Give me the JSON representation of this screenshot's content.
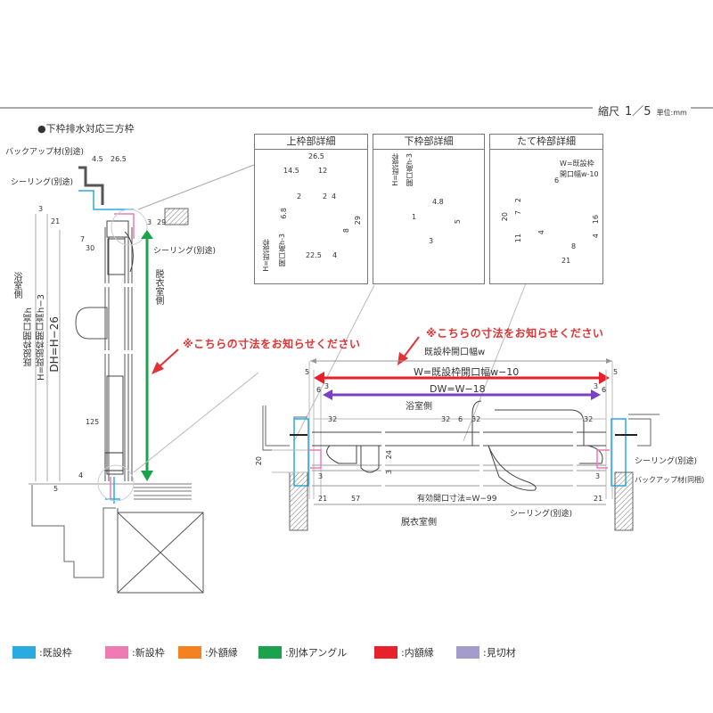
{
  "header": {
    "scale_label": "縮尺",
    "scale_value": "1／5",
    "unit_label": "単位:mm"
  },
  "section_title": "●下枠排水対応三方枠",
  "colors": {
    "existing_frame": "#29abe2",
    "new_frame": "#f07ab4",
    "outer_trim": "#f5821f",
    "separate_angle": "#1ba24c",
    "inner_trim": "#e8202a",
    "parting_material": "#a49ccb",
    "note_red": "#e23232",
    "dw_arrow": "#7b3fc6"
  },
  "vertical_section": {
    "backup_label": "バックアップ材(別途)",
    "sealing_label_top": "シーリング(別途)",
    "sealing_label_right": "シーリング(別途)",
    "dim_top": [
      "4.5",
      "26.5"
    ],
    "dims_left": [
      "3",
      "21",
      "7",
      "30",
      "125",
      "4",
      "5"
    ],
    "dims_right": [
      "3",
      "29"
    ],
    "bath_side": "浴室側",
    "dressing_side": "脱衣室側",
    "label_h_existing": "既設枠開口高h",
    "label_h": "H=既設枠開口高h−3",
    "label_dh": "DH=H−26"
  },
  "detail_panels": [
    {
      "title": "上枠部詳細",
      "dims": [
        "26.5",
        "14.5",
        "12",
        "2",
        "2",
        "4",
        "6.8",
        "29",
        "8",
        "22.5",
        "4"
      ],
      "arrow_label_1": "H=既設枠",
      "arrow_label_2": "開口高h-3"
    },
    {
      "title": "下枠部詳細",
      "dims": [
        "4.8",
        "1",
        "5",
        "3"
      ],
      "arrow_label_1": "H=既設枠",
      "arrow_label_2": "開口高h-3"
    },
    {
      "title": "たて枠部詳細",
      "dims": [
        "6",
        "2",
        "7",
        "20",
        "16",
        "11",
        "4",
        "4",
        "8",
        "21"
      ],
      "arrow_label_1": "W=既設枠",
      "arrow_label_2": "開口幅w-10"
    }
  ],
  "notes": {
    "left_note": "※こちらの寸法をお知らせください",
    "right_note": "※こちらの寸法をお知らせください"
  },
  "horizontal_section": {
    "label_w_existing": "既設枠開口幅w",
    "label_w": "W=既設枠開口幅w−10",
    "label_dw": "DW=W−18",
    "bath_side": "浴室側",
    "dressing_side": "脱衣室側",
    "effective_opening": "有効開口寸法=W−99",
    "dims_top": [
      "5",
      "5",
      "6",
      "3",
      "3",
      "6"
    ],
    "dims_handles": [
      "32",
      "32",
      "6",
      "32",
      "32"
    ],
    "dims_left": [
      "20",
      "24",
      "3",
      "3"
    ],
    "dims_bottom": [
      "21",
      "57",
      "21",
      "3"
    ],
    "sealing_label_1": "シーリング(別途)",
    "backup_label": "バックアップ材(同梱)",
    "sealing_label_2": "シーリング(別途)"
  },
  "legend": [
    {
      "label": ":既設枠",
      "color": "#29abe2"
    },
    {
      "label": ":新設枠",
      "color": "#f07ab4"
    },
    {
      "label": ":外額縁",
      "color": "#f5821f"
    },
    {
      "label": ":別体アングル",
      "color": "#1ba24c"
    },
    {
      "label": ":内額縁",
      "color": "#e8202a"
    },
    {
      "label": ":見切材",
      "color": "#a49ccb"
    }
  ]
}
